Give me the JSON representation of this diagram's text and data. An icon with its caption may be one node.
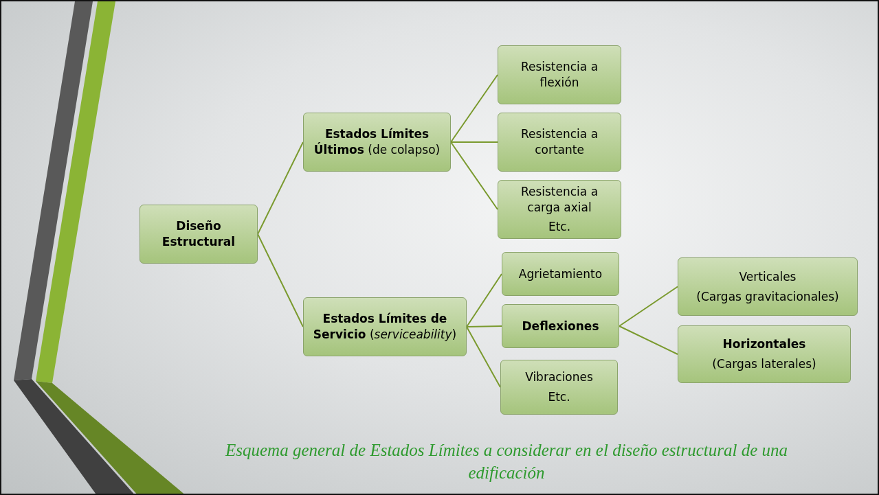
{
  "diagram": {
    "caption": "Esquema general de Estados Límites a considerar en el diseño estructural de una edificación",
    "nodes": [
      {
        "text": [
          "Diseño Estructural"
        ]
      },
      {
        "text": [
          "**Estados Límites Últimos** (de colapso)"
        ]
      },
      {
        "text": [
          "Resistencia a flexión"
        ]
      },
      {
        "text": [
          "Resistencia a cortante"
        ]
      },
      {
        "text": [
          "Resistencia a carga axial",
          "Etc."
        ]
      },
      {
        "text": [
          "**Estados Límites de Servicio** (*serviceability*)"
        ]
      },
      {
        "text": [
          "Agrietamiento"
        ]
      },
      {
        "text": [
          "Deflexiones"
        ]
      },
      {
        "text": [
          "Vibraciones",
          "Etc."
        ]
      },
      {
        "text": [
          "Verticales",
          "(Cargas gravitacionales)"
        ]
      },
      {
        "text": [
          "Horizontales",
          "(Cargas laterales)"
        ]
      }
    ],
    "edges": [
      {
        "from": 0,
        "to": 1,
        "arrow": "none"
      },
      {
        "from": 0,
        "to": 5,
        "arrow": "none"
      },
      {
        "from": 1,
        "to": 2,
        "arrow": "none"
      },
      {
        "from": 1,
        "to": 3,
        "arrow": "none"
      },
      {
        "from": 1,
        "to": 4,
        "arrow": "none"
      },
      {
        "from": 5,
        "to": 6,
        "arrow": "none"
      },
      {
        "from": 5,
        "to": 7,
        "arrow": "none"
      },
      {
        "from": 5,
        "to": 8,
        "arrow": "none"
      },
      {
        "from": 7,
        "to": 9,
        "arrow": "none"
      },
      {
        "from": 7,
        "to": 10,
        "arrow": "none"
      }
    ]
  }
}
